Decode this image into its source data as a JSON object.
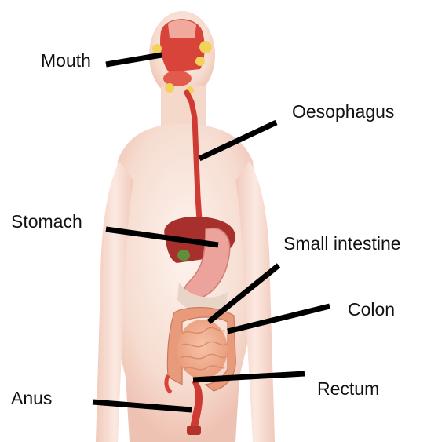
{
  "labels": {
    "mouth": "Mouth",
    "oesophagus": "Oesophagus",
    "stomach": "Stomach",
    "small_intestine": "Small intestine",
    "colon": "Colon",
    "rectum": "Rectum",
    "anus": "Anus"
  },
  "colors": {
    "skin_light": "#fbeee7",
    "skin_mid": "#f3cfc2",
    "skin_shadow": "#e8b4a4",
    "organ_red": "#d9443a",
    "organ_dark": "#b3322c",
    "liver": "#a8302c",
    "gall_green": "#5f8f3a",
    "stomach_pink": "#eba39b",
    "intestine": "#f2ab8c",
    "intestine_shadow": "#d98a6a",
    "salivary_yellow": "#f1d35a",
    "pointer_line": "#000000"
  }
}
